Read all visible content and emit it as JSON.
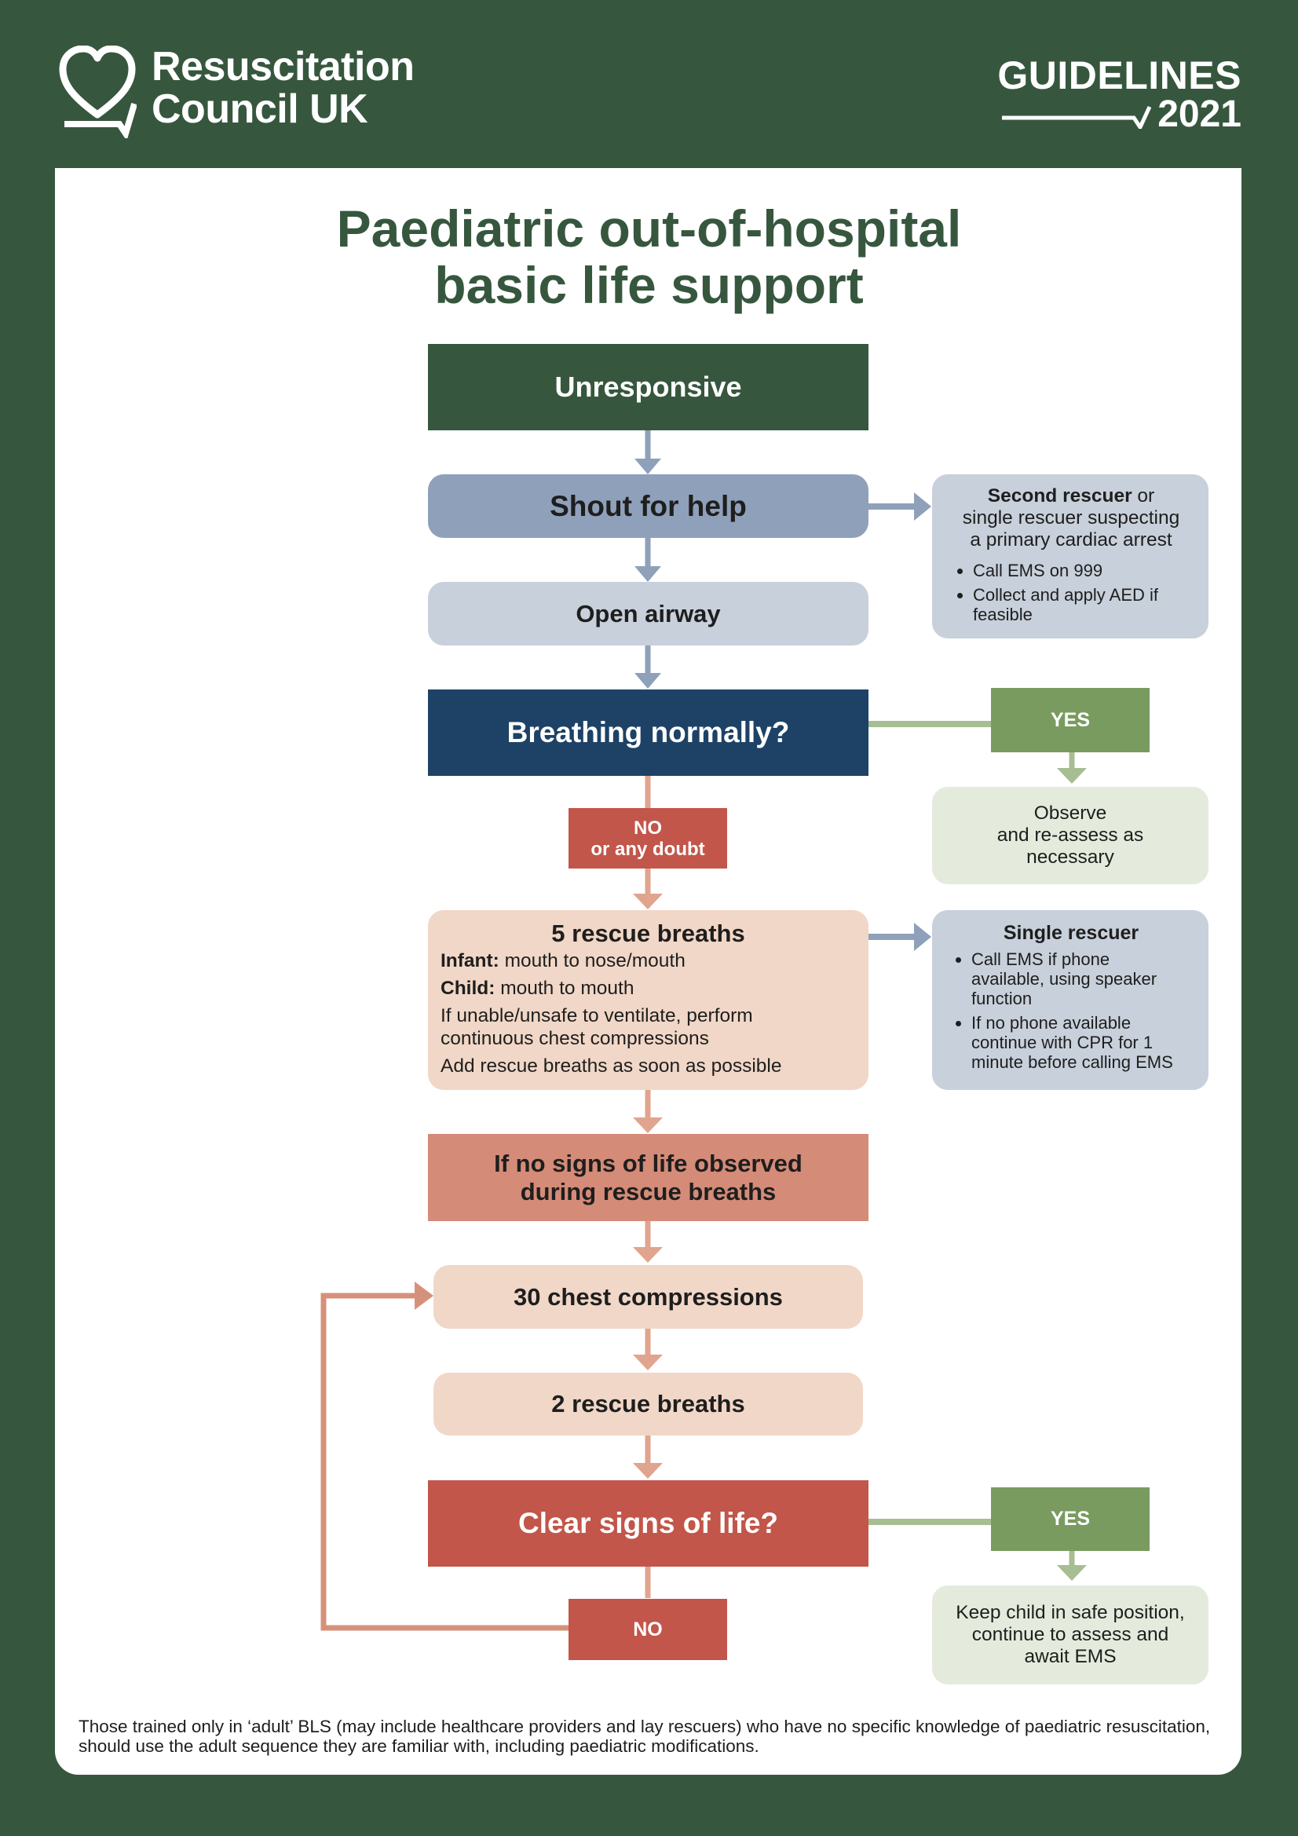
{
  "header": {
    "org_name_line1": "Resuscitation",
    "org_name_line2": "Council UK",
    "guidelines_label": "GUIDELINES",
    "guidelines_year": "2021"
  },
  "title": {
    "line1": "Paediatric out-of-hospital",
    "line2": "basic life support"
  },
  "colors": {
    "brand_green": "#36573e",
    "navy": "#1d4266",
    "slate_blue": "#8fa0ba",
    "light_slate": "#c8d0db",
    "yes_green": "#7a9b60",
    "light_green": "#e4ebdc",
    "red": "#c2564a",
    "salmon": "#d48b77",
    "peach": "#f1d7c7"
  },
  "flow": {
    "unresponsive": "Unresponsive",
    "shout_for_help": "Shout for help",
    "open_airway": "Open airway",
    "breathing_normally": "Breathing normally?",
    "no_or_doubt_line1": "NO",
    "no_or_doubt_line2": "or any doubt",
    "rescue_breaths_5": {
      "title": "5 rescue breaths",
      "infant_label": "Infant:",
      "infant_text": " mouth to nose/mouth",
      "child_label": "Child:",
      "child_text": " mouth to mouth",
      "unable_line1": "If unable/unsafe to ventilate, perform",
      "unable_line2": "continuous chest compressions",
      "add_breaths": "Add rescue breaths as soon as possible"
    },
    "no_signs_line1": "If no signs of life observed",
    "no_signs_line2": "during rescue breaths",
    "chest_compressions": "30 chest compressions",
    "rescue_breaths_2": "2 rescue breaths",
    "clear_signs": "Clear signs of life?",
    "no_label": "NO"
  },
  "side": {
    "second_rescuer": {
      "bold": "Second rescuer",
      "rest1": " or",
      "line2": "single rescuer suspecting",
      "line3": "a primary cardiac arrest",
      "bullets": [
        "Call EMS on 999",
        "Collect and apply AED if feasible"
      ]
    },
    "yes1": "YES",
    "observe": {
      "line1": "Observe",
      "line2": "and re-assess as",
      "line3": "necessary"
    },
    "single_rescuer": {
      "title": "Single rescuer",
      "bullets": [
        "Call EMS if phone available, using speaker function",
        "If no phone available continue with CPR for 1 minute before calling EMS"
      ]
    },
    "yes2": "YES",
    "keep_child": {
      "line1": "Keep child in safe position,",
      "line2": "continue to assess and",
      "line3": "await EMS"
    }
  },
  "footer": {
    "note": "Those trained only in ‘adult’ BLS (may include healthcare providers and lay rescuers) who have no specific knowledge of paediatric resuscitation, should use the adult sequence they are familiar with, including paediatric modifications."
  }
}
